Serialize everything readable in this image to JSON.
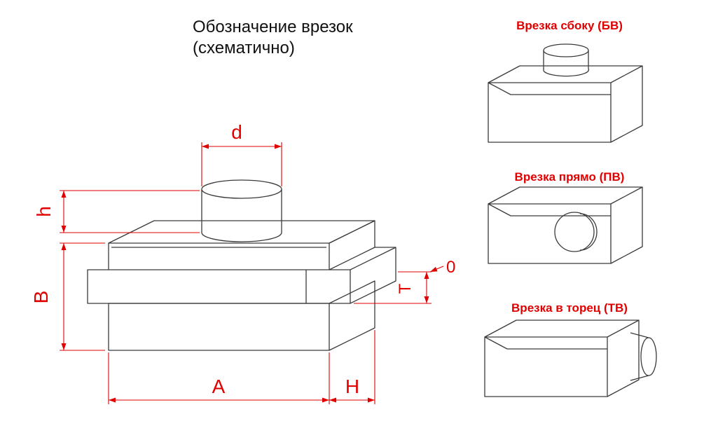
{
  "title": {
    "line1": "Обозначение врезок",
    "line2": "(схематично)"
  },
  "main_diagram": {
    "labels": {
      "d": "d",
      "h": "h",
      "B": "B",
      "A": "A",
      "H": "H",
      "T": "T",
      "zero": "0"
    }
  },
  "side_diagrams": [
    {
      "title": "Врезка сбоку (БВ)"
    },
    {
      "title": "Врезка прямо (ПВ)"
    },
    {
      "title": "Врезка в торец (ТВ)"
    }
  ],
  "colors": {
    "dimension_red": "#e10000",
    "drawing_line": "#3a3a3a",
    "background": "#ffffff"
  }
}
